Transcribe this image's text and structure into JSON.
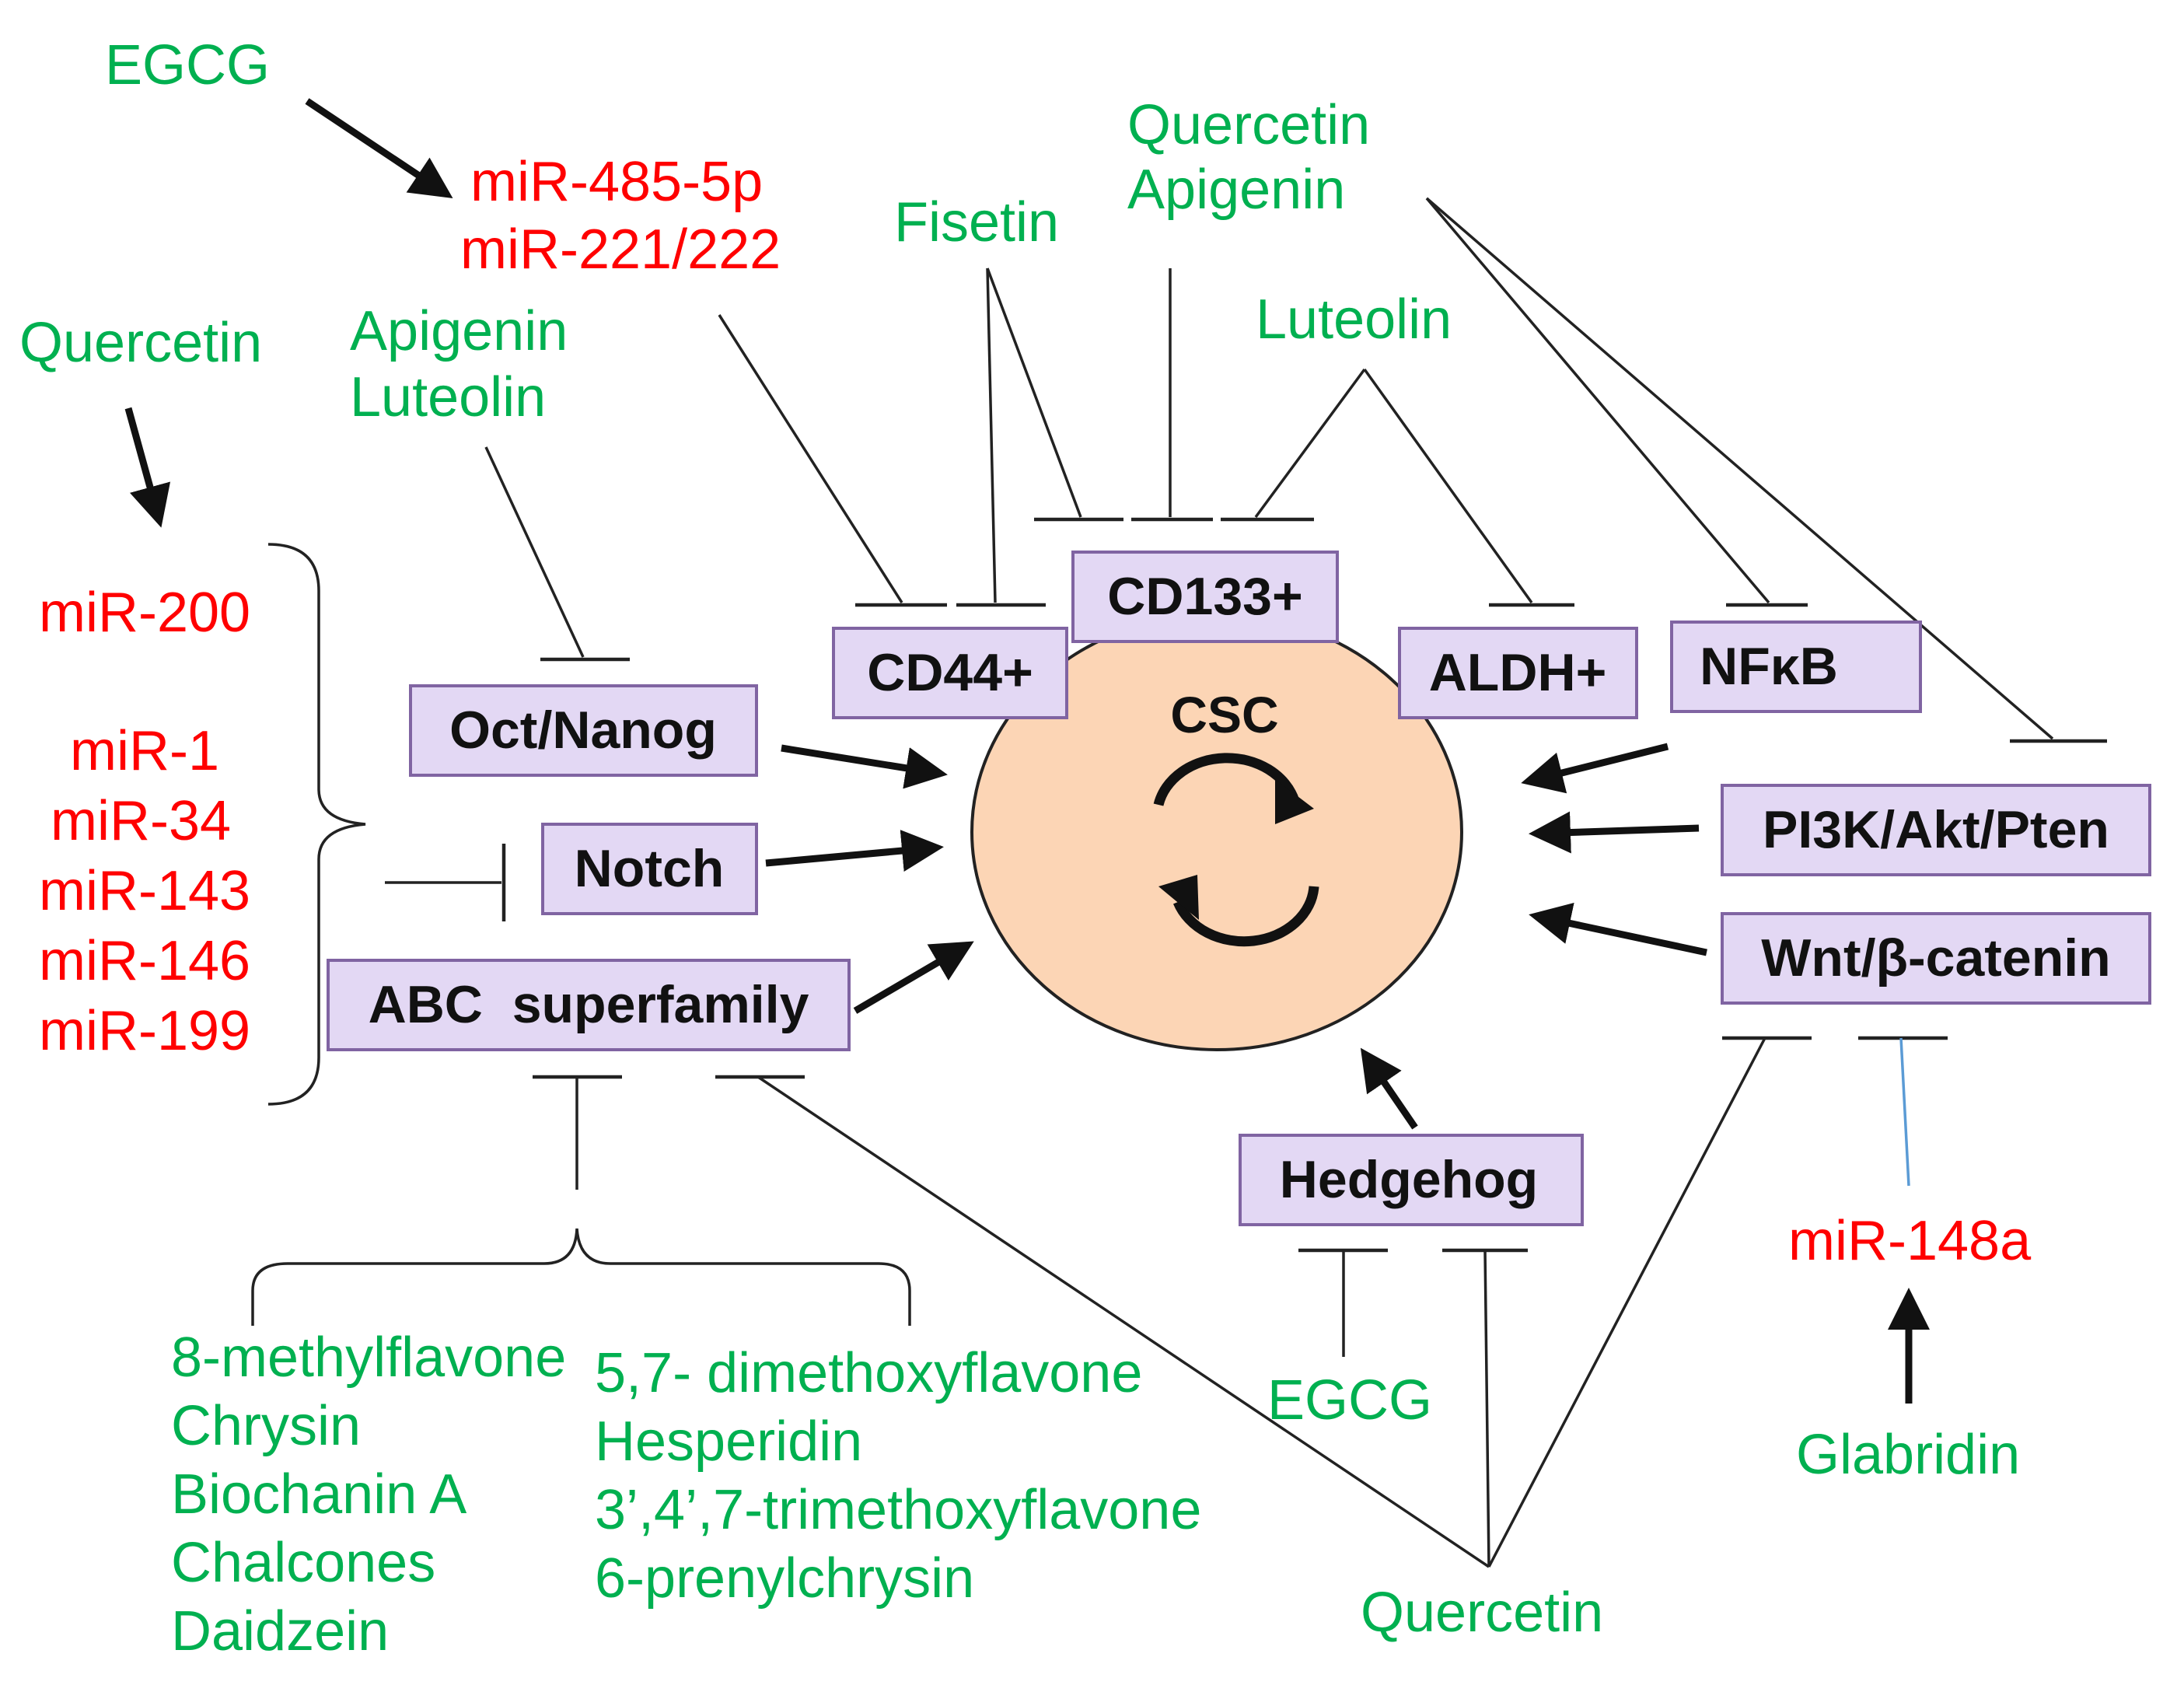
{
  "colors": {
    "compound": "#00b050",
    "mirna": "#ff0000",
    "node_fill": "#e3d8f4",
    "node_border": "#8064a2",
    "cell_fill": "#fcd5b5"
  },
  "center": {
    "label": "CSC"
  },
  "nodes": {
    "cd133": "CD133+",
    "cd44": "CD44+",
    "aldh": "ALDH+",
    "nfkb": "NFκB",
    "oct_nanog": "Oct/Nanog",
    "notch": "Notch",
    "abc": "ABC  superfamily",
    "pi3k": "PI3K/Akt/Pten",
    "wnt": "Wnt/β-catenin",
    "hedgehog": "Hedgehog"
  },
  "compounds": {
    "egcg_top": "EGCG",
    "quercetin_left": "Quercetin",
    "apigenin_1": "Apigenin",
    "luteolin_1": "Luteolin",
    "fisetin": "Fisetin",
    "quercetin_top": "Quercetin",
    "apigenin_top": "Apigenin",
    "luteolin_top": "Luteolin",
    "abc_left": [
      "8-methylflavone",
      "Chrysin",
      "Biochanin A",
      "Chalcones",
      "Daidzein"
    ],
    "abc_right": [
      "5,7- dimethoxyflavone",
      "Hesperidin",
      "3’,4’,7-trimethoxyflavone",
      "6-prenylchrysin"
    ],
    "egcg_bottom": "EGCG",
    "quercetin_bottom": "Quercetin",
    "glabridin": "Glabridin"
  },
  "mirnas": {
    "top": [
      "miR-485-5p",
      "miR-221/222"
    ],
    "left": [
      "miR-200",
      "miR-1",
      "miR-34",
      "miR-143",
      "miR-146",
      "miR-199"
    ],
    "bottom_right": "miR-148a"
  }
}
